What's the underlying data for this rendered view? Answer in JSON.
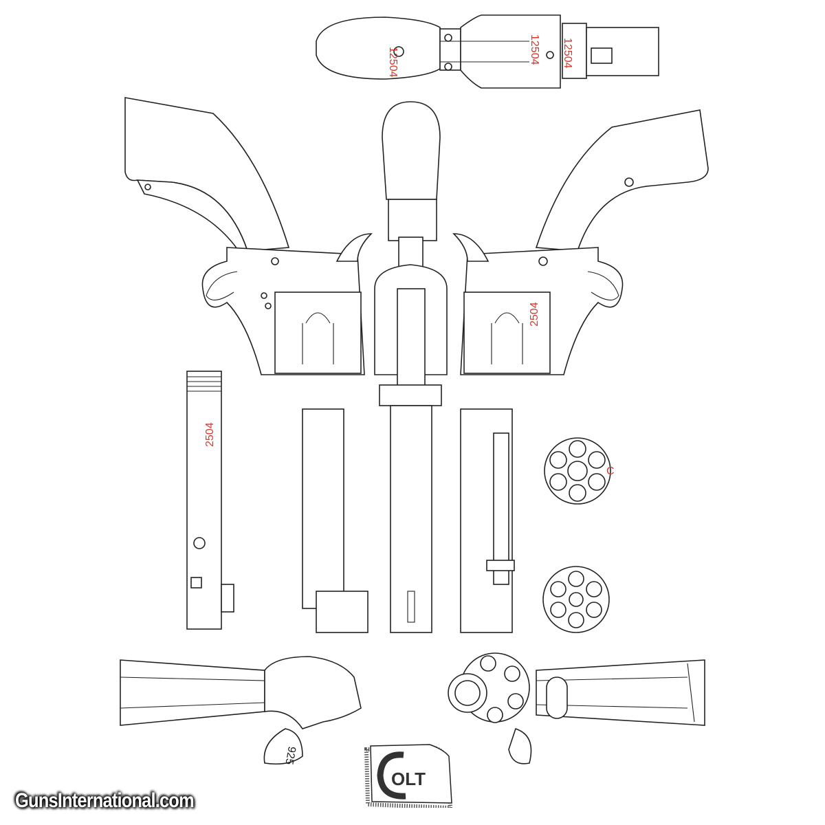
{
  "drawing": {
    "annotations": {
      "top_grip_serial": "12504",
      "top_frame_serial": "12504",
      "top_cylinder_serial": "12504",
      "barrel_serial": "2504",
      "side_serial": "2504",
      "cylinder_mark": "C",
      "hammer_mark": "925"
    },
    "ink_color": "#222222",
    "annotation_color": "#d9362a"
  },
  "logo": {
    "text": "COLT"
  },
  "watermark": {
    "text": "GunsInternational.com"
  }
}
